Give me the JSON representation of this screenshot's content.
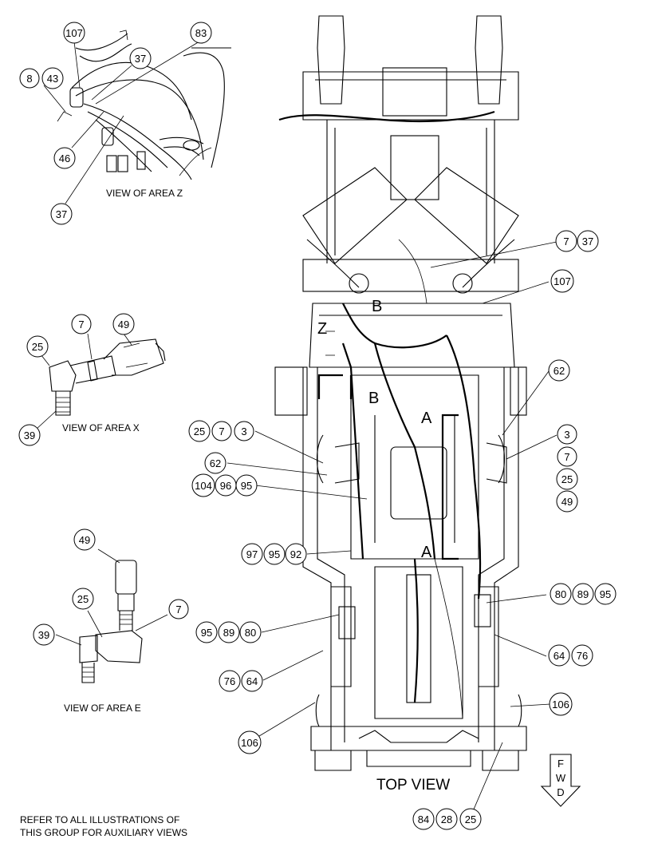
{
  "callouts": {
    "z_107": "107",
    "z_83": "83",
    "z_37a": "37",
    "z_8": "8",
    "z_43": "43",
    "z_46": "46",
    "z_37b": "37",
    "x_7": "7",
    "x_49": "49",
    "x_25": "25",
    "x_39": "39",
    "e_49": "49",
    "e_25": "25",
    "e_7": "7",
    "e_39": "39",
    "m_7": "7",
    "m_37": "37",
    "m_107": "107",
    "m_62r": "62",
    "m_25l": "25",
    "m_7l": "7",
    "m_3l": "3",
    "m_62l": "62",
    "m_104": "104",
    "m_96": "96",
    "m_95a": "95",
    "m_3r": "3",
    "m_7r": "7",
    "m_25r": "25",
    "m_49r": "49",
    "m_97": "97",
    "m_95b": "95",
    "m_92": "92",
    "m_80r": "80",
    "m_89r": "89",
    "m_95r": "95",
    "m_95l": "95",
    "m_89l": "89",
    "m_80l": "80",
    "m_64r": "64",
    "m_76r": "76",
    "m_76l": "76",
    "m_64l": "64",
    "m_106r": "106",
    "m_106l": "106",
    "m_84": "84",
    "m_28": "28",
    "m_25b": "25"
  },
  "section_letters": {
    "z": "Z",
    "b_top": "B",
    "b_bottom": "B",
    "a_top": "A",
    "a_bottom": "A"
  },
  "captions": {
    "view_z": "VIEW OF AREA  Z",
    "view_x": "VIEW OF AREA  X",
    "view_e": "VIEW OF AREA  E",
    "top_view": "TOP VIEW",
    "note_line1": "REFER TO ALL ILLUSTRATIONS OF",
    "note_line2": "THIS GROUP FOR AUXILIARY VIEWS"
  },
  "fwd_arrow": {
    "letters": [
      "F",
      "W",
      "D"
    ]
  }
}
